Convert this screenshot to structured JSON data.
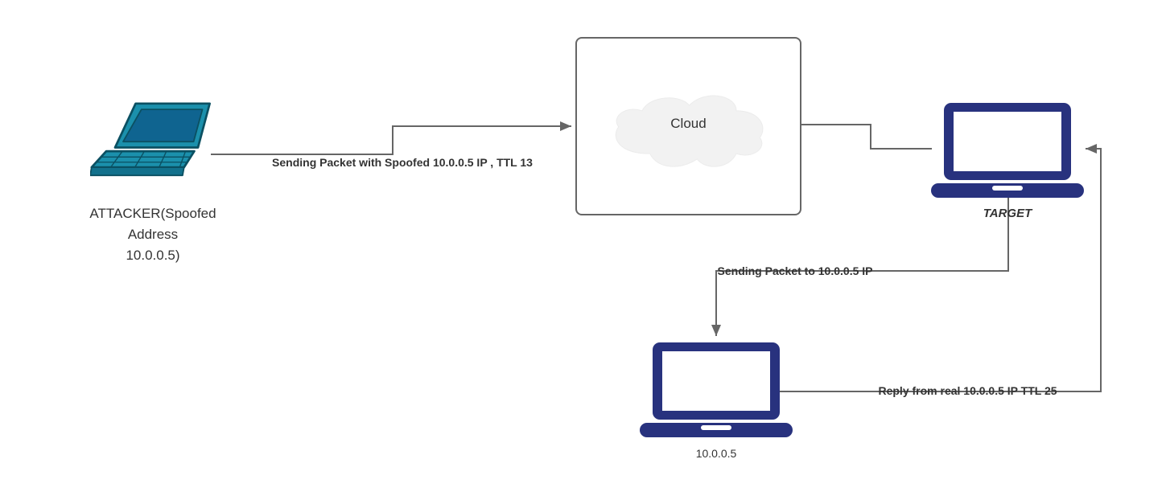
{
  "diagram": {
    "nodes": {
      "attacker": {
        "label": "ATTACKER(Spoofed\nAddress\n10.0.0.5)",
        "icon": "laptop-perspective-icon"
      },
      "cloud": {
        "label": "Cloud",
        "icon": "cloud-icon"
      },
      "target": {
        "label": "TARGET",
        "icon": "laptop-front-icon"
      },
      "real_host": {
        "label": "10.0.0.5",
        "icon": "laptop-front-icon"
      }
    },
    "edges": {
      "attacker_to_cloud": {
        "label": "Sending Packet with Spoofed 10.0.0.5 IP , TTL 13",
        "arrow": "right"
      },
      "cloud_to_target": {
        "label": "",
        "arrow": "none"
      },
      "target_to_real_host": {
        "label": "Sending Packet to 10.0.0.5 IP",
        "arrow": "down"
      },
      "real_host_to_target": {
        "label": "Reply from real 10.0.0.5 IP TTL 25",
        "arrow": "left"
      }
    },
    "colors": {
      "laptop_navy": "#28327E",
      "laptop_teal": "#1B90AC",
      "laptop_teal_screen": "#0F6490",
      "laptop_teal_stroke": "#0B5062",
      "connector": "#666666",
      "cloud_fill": "#F2F2F2",
      "box_border": "#666666",
      "label_text": "#333333"
    }
  }
}
